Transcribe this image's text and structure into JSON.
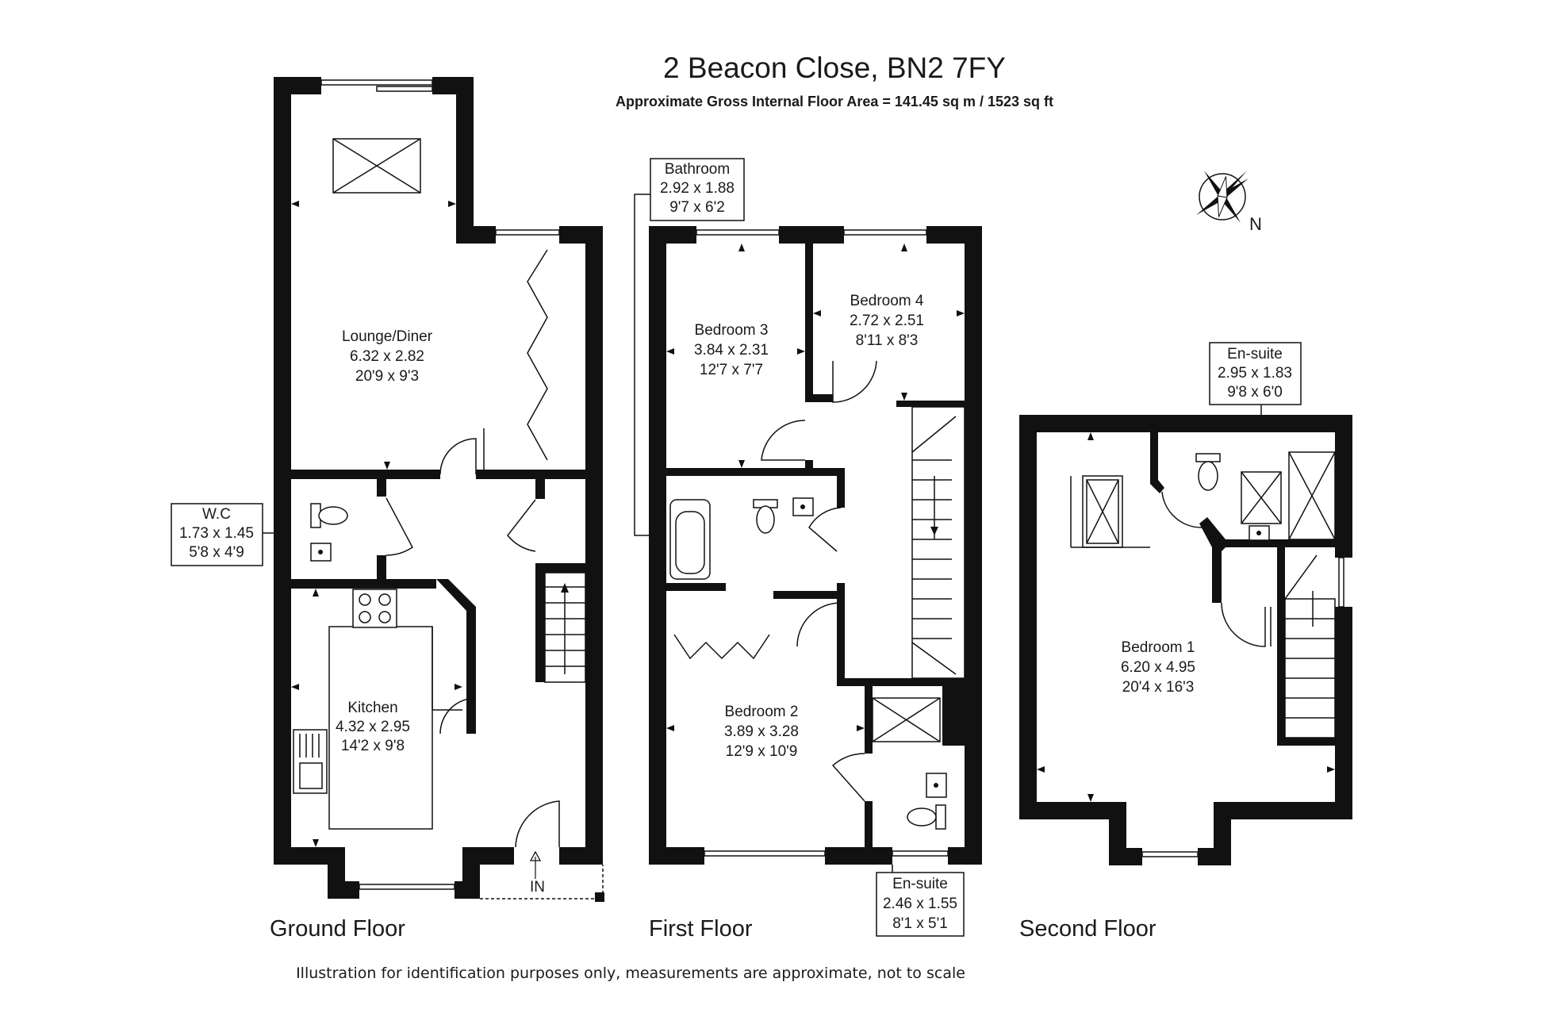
{
  "header": {
    "title": "2 Beacon Close, BN2 7FY",
    "area": "Approximate Gross Internal Floor Area = 141.45 sq m / 1523 sq ft"
  },
  "compass": {
    "label": "N"
  },
  "rooms": {
    "lounge": {
      "name": "Lounge/Diner",
      "metric": "6.32 x 2.82",
      "imperial": "20'9 x 9'3"
    },
    "wc": {
      "name": "W.C",
      "metric": "1.73 x 1.45",
      "imperial": "5'8 x 4'9"
    },
    "kitchen": {
      "name": "Kitchen",
      "metric": "4.32 x 2.95",
      "imperial": "14'2 x 9'8"
    },
    "bathroom": {
      "name": "Bathroom",
      "metric": "2.92 x 1.88",
      "imperial": "9'7 x 6'2"
    },
    "bedroom3": {
      "name": "Bedroom 3",
      "metric": "3.84 x 2.31",
      "imperial": "12'7 x 7'7"
    },
    "bedroom4": {
      "name": "Bedroom 4",
      "metric": "2.72 x 2.51",
      "imperial": "8'11 x 8'3"
    },
    "bedroom2": {
      "name": "Bedroom 2",
      "metric": "3.89 x 3.28",
      "imperial": "12'9 x 10'9"
    },
    "ensuite1": {
      "name": "En-suite",
      "metric": "2.46 x 1.55",
      "imperial": "8'1 x 5'1"
    },
    "ensuite2": {
      "name": "En-suite",
      "metric": "2.95 x 1.83",
      "imperial": "9'8 x 6'0"
    },
    "bedroom1": {
      "name": "Bedroom 1",
      "metric": "6.20 x 4.95",
      "imperial": "20'4 x 16'3"
    }
  },
  "entrance": {
    "label": "IN"
  },
  "floors": {
    "ground": "Ground Floor",
    "first": "First Floor",
    "second": "Second Floor"
  },
  "disclaimer": "Illustration for identification purposes only, measurements are approximate, not to scale"
}
